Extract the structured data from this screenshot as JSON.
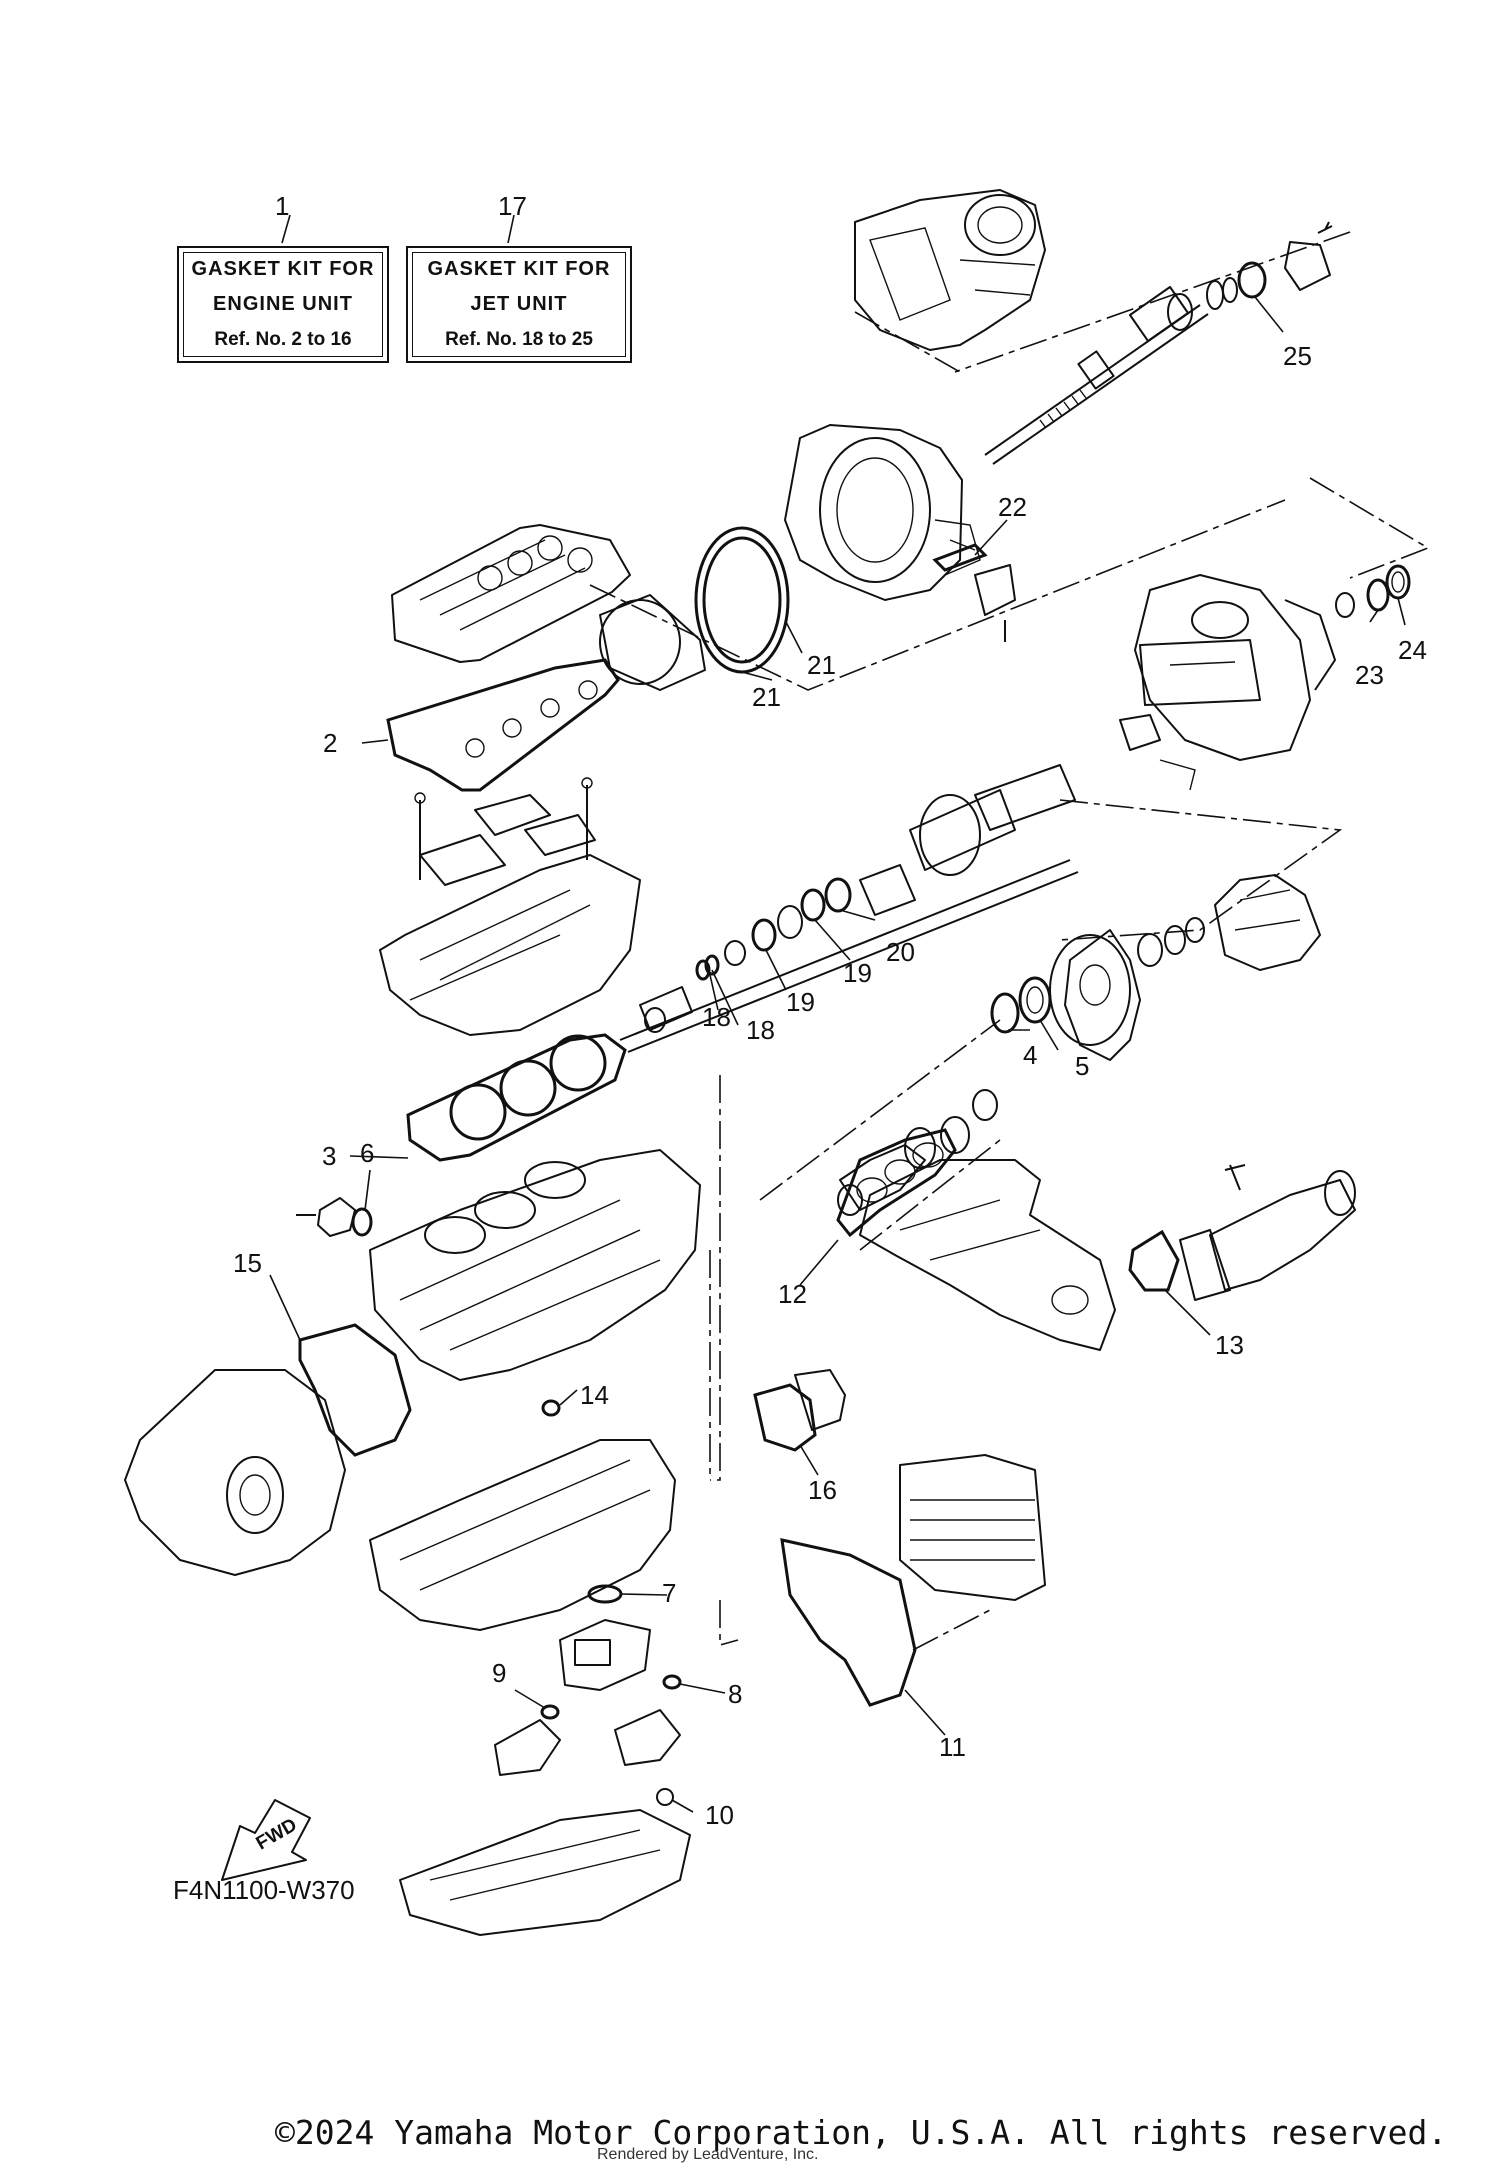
{
  "kits": [
    {
      "ref": "1",
      "line1": "GASKET KIT FOR",
      "line2": "ENGINE UNIT",
      "line3": "Ref. No. 2 to 16"
    },
    {
      "ref": "17",
      "line1": "GASKET KIT FOR",
      "line2": "JET UNIT",
      "line3": "Ref. No. 18 to 25"
    }
  ],
  "callouts": [
    "2",
    "3",
    "4",
    "5",
    "6",
    "7",
    "8",
    "9",
    "10",
    "11",
    "12",
    "13",
    "14",
    "15",
    "16",
    "18",
    "18",
    "19",
    "19",
    "20",
    "21",
    "21",
    "22",
    "23",
    "24",
    "25"
  ],
  "direction_label": "FWD",
  "diagram_code": "F4N1100-W370",
  "copyright": "©2024 Yamaha Motor Corporation, U.S.A. All rights reserved.",
  "rendered_by": "Rendered by LeadVenture, Inc."
}
